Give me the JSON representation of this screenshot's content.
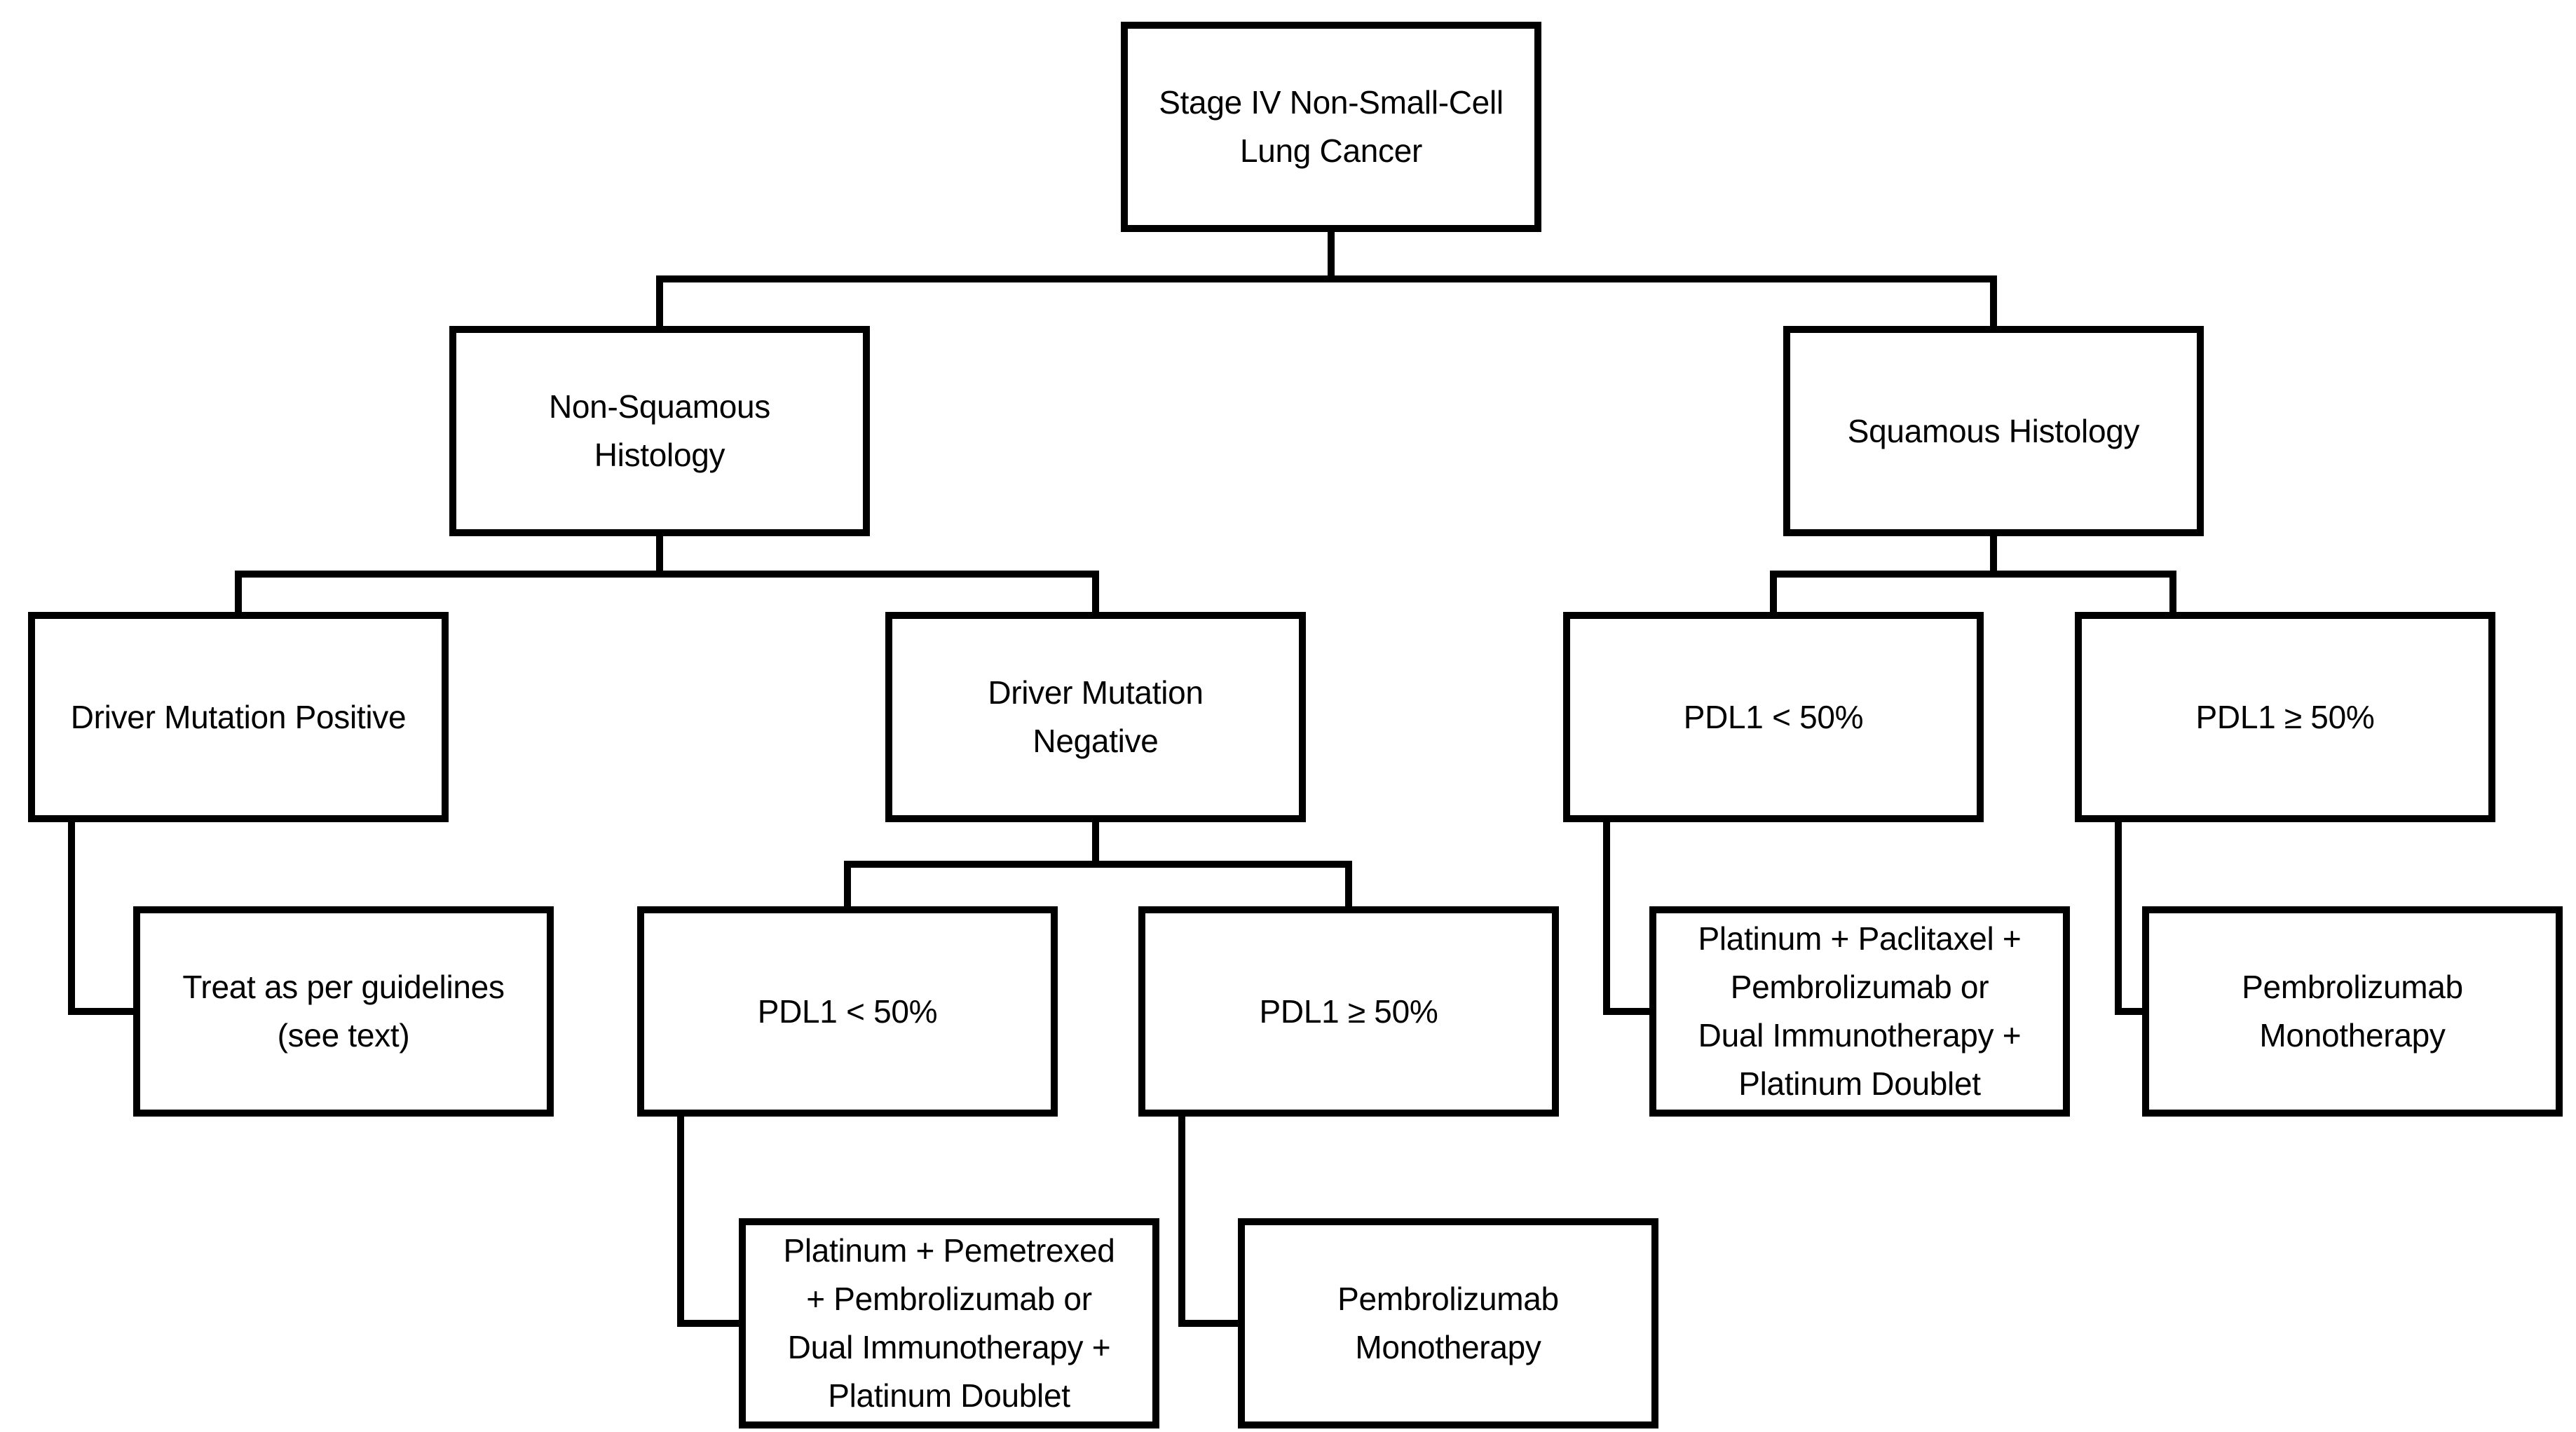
{
  "diagram": {
    "type": "flowchart",
    "background_color": "#ffffff",
    "line_color": "#000000",
    "text_color": "#000000",
    "nodes": [
      {
        "id": "root",
        "lines": [
          "Stage IV Non-Small-Cell",
          "Lung Cancer"
        ]
      },
      {
        "id": "nonsq",
        "lines": [
          "Non-Squamous",
          "Histology"
        ]
      },
      {
        "id": "sq",
        "lines": [
          "Squamous Histology"
        ]
      },
      {
        "id": "dmp",
        "lines": [
          "Driver Mutation Positive"
        ]
      },
      {
        "id": "dmn",
        "lines": [
          "Driver Mutation",
          "Negative"
        ]
      },
      {
        "id": "pdl1lt_sq",
        "lines": [
          "PDL1 < 50%"
        ]
      },
      {
        "id": "pdl1ge_sq",
        "lines": [
          "PDL1 ≥ 50%"
        ]
      },
      {
        "id": "treat",
        "lines": [
          "Treat as per guidelines",
          "(see text)"
        ]
      },
      {
        "id": "pdl1lt_nsq",
        "lines": [
          "PDL1 < 50%"
        ]
      },
      {
        "id": "pdl1ge_nsq",
        "lines": [
          "PDL1 ≥ 50%"
        ]
      },
      {
        "id": "plat_pac",
        "lines": [
          "Platinum + Paclitaxel +",
          "Pembrolizumab or",
          "Dual Immunotherapy +",
          "Platinum Doublet"
        ]
      },
      {
        "id": "pembro_r",
        "lines": [
          "Pembrolizumab",
          "Monotherapy"
        ]
      },
      {
        "id": "plat_pem",
        "lines": [
          "Platinum + Pemetrexed",
          "+ Pembrolizumab or",
          "Dual Immunotherapy +",
          "Platinum Doublet"
        ]
      },
      {
        "id": "pembro_m",
        "lines": [
          "Pembrolizumab",
          "Monotherapy"
        ]
      }
    ],
    "edges": [
      {
        "from": "root",
        "to": "nonsq"
      },
      {
        "from": "root",
        "to": "sq"
      },
      {
        "from": "nonsq",
        "to": "dmp"
      },
      {
        "from": "nonsq",
        "to": "dmn"
      },
      {
        "from": "sq",
        "to": "pdl1lt_sq"
      },
      {
        "from": "sq",
        "to": "pdl1ge_sq"
      },
      {
        "from": "dmp",
        "to": "treat"
      },
      {
        "from": "dmn",
        "to": "pdl1lt_nsq"
      },
      {
        "from": "dmn",
        "to": "pdl1ge_nsq"
      },
      {
        "from": "pdl1lt_nsq",
        "to": "plat_pem"
      },
      {
        "from": "pdl1ge_nsq",
        "to": "pembro_m"
      },
      {
        "from": "pdl1lt_sq",
        "to": "plat_pac"
      },
      {
        "from": "pdl1ge_sq",
        "to": "pembro_r"
      }
    ]
  }
}
